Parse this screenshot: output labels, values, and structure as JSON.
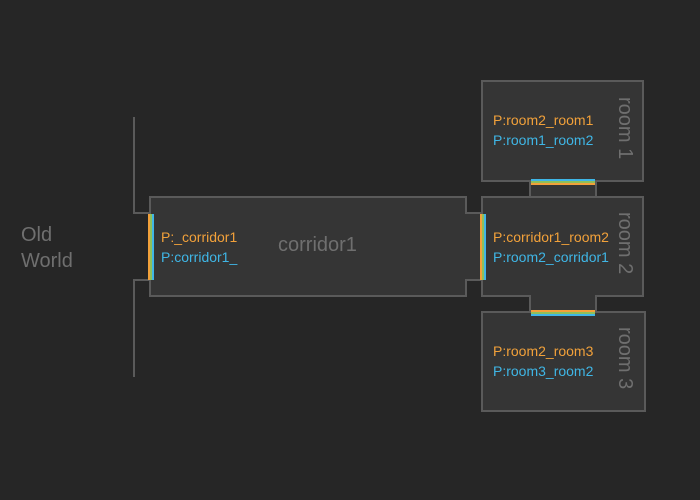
{
  "world": {
    "label": "Old\nWorld"
  },
  "rooms": {
    "corridor1": {
      "title": "corridor1",
      "portal_in": "P:_corridor1",
      "portal_out": "P:corridor1_"
    },
    "room1": {
      "title": "room 1",
      "portal_in": "P:room2_room1",
      "portal_out": "P:room1_room2"
    },
    "room2": {
      "title": "room 2",
      "portal_in": "P:corridor1_room2",
      "portal_out": "P:room2_corridor1"
    },
    "room3": {
      "title": "room 3",
      "portal_in": "P:room2_room3",
      "portal_out": "P:room3_room2"
    }
  },
  "colors": {
    "background": "#262626",
    "room_fill": "#353535",
    "outline": "#5a5a5a",
    "portal_in": "#f2a13a",
    "portal_out": "#3fb6e6"
  }
}
